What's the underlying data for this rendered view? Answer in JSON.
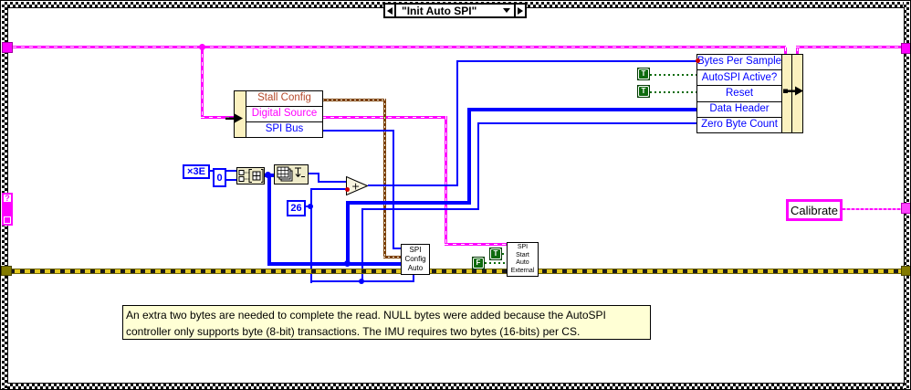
{
  "case_selector": {
    "value": "\"Init Auto SPI\""
  },
  "unbundle_node": {
    "rows": [
      {
        "label": "Stall Config",
        "color": "#B5492B"
      },
      {
        "label": "Digital Source",
        "color": "#FF00FF"
      },
      {
        "label": "SPI Bus",
        "color": "#0000FF"
      }
    ]
  },
  "bundle_node": {
    "rows": [
      {
        "label": "Bytes Per Sample"
      },
      {
        "label": "AutoSPI Active?"
      },
      {
        "label": "Reset"
      },
      {
        "label": "Data Header"
      },
      {
        "label": "Zero Byte Count"
      }
    ]
  },
  "constants": {
    "hex_byte": "×3E",
    "zero": "0",
    "twenty_six": "26",
    "bool_true": "T",
    "bool_false": "F",
    "calibrate_string": "Calibrate",
    "unknown_tunnel": "?"
  },
  "subvi_spi_config": {
    "line1": "SPI",
    "line2": "Config",
    "line3": "Auto"
  },
  "subvi_spi_start": {
    "line1": "SPI",
    "line2": "Start",
    "line3": "Auto",
    "line4": "External"
  },
  "add_function": {
    "symbol": "+"
  },
  "comment": {
    "text": "An extra two bytes are needed to complete the read. NULL bytes were added because the AutoSPI controller only supports byte (8-bit) transactions. The IMU requires two bytes (16-bits) per CS."
  },
  "colors": {
    "cluster_wire": "#FF00FF",
    "numeric_wire": "#0000FF",
    "stall_cluster_wire": "#7B3F00",
    "boolean_wire": "#0B6B0B",
    "error_wire": "#E3C81E",
    "node_bar": "#FBF1BF",
    "comment_bg": "#FFFFD5",
    "label_blue": "#0000FF"
  }
}
